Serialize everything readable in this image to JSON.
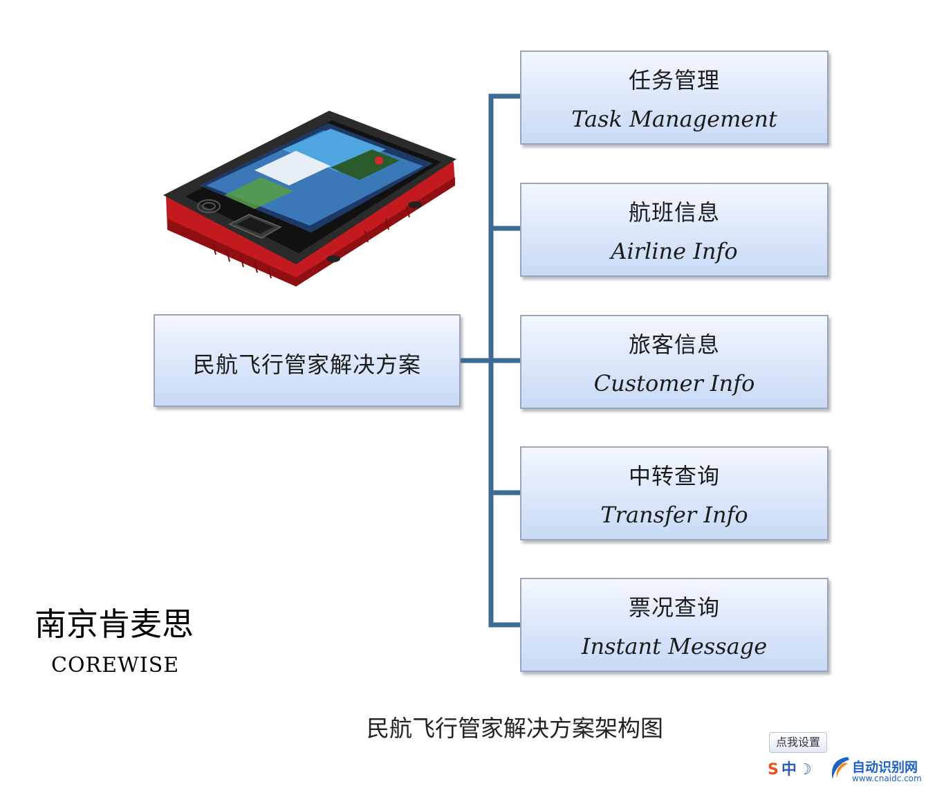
{
  "root": {
    "label": "民航飞行管家解决方案"
  },
  "modules": [
    {
      "zh": "任务管理",
      "en": "Task Management"
    },
    {
      "zh": "航班信息",
      "en": "Airline Info"
    },
    {
      "zh": "旅客信息",
      "en": "Customer Info"
    },
    {
      "zh": "中转查询",
      "en": "Transfer Info"
    },
    {
      "zh": "票况查询",
      "en": "Instant Message"
    }
  ],
  "brand": {
    "cn": "南京肯麦思",
    "en": "COREWISE"
  },
  "caption": "民航飞行管家解决方案架构图",
  "ime_badge": {
    "settings": "点我设置",
    "s": "S",
    "mode": "中",
    "moon": "☽"
  },
  "watermark": {
    "name": "自动识别网",
    "url": "www.cnaidc.com"
  },
  "colors": {
    "connector": "#3e6a96",
    "box_border": "#9aa6b8",
    "device_red": "#d21e22"
  }
}
